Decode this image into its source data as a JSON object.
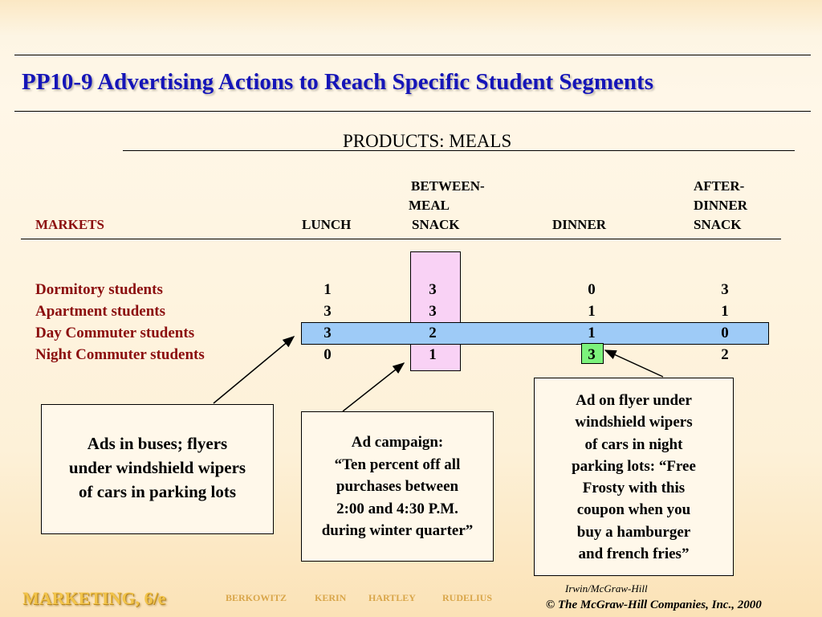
{
  "title": "PP10-9  Advertising Actions to Reach Specific Student Segments",
  "products_heading": "PRODUCTS: MEALS",
  "headers": {
    "markets": "MARKETS",
    "lunch": "LUNCH",
    "between_meal": [
      "BETWEEN-",
      "MEAL",
      "SNACK"
    ],
    "dinner": "DINNER",
    "after_dinner": [
      "AFTER-",
      "DINNER",
      "SNACK"
    ]
  },
  "rows": [
    {
      "label": "Dormitory students",
      "values": [
        "1",
        "3",
        "0",
        "3"
      ]
    },
    {
      "label": "Apartment students",
      "values": [
        "3",
        "3",
        "1",
        "1"
      ]
    },
    {
      "label": "Day Commuter students",
      "values": [
        "3",
        "2",
        "1",
        "0"
      ]
    },
    {
      "label": "Night Commuter students",
      "values": [
        "0",
        "1",
        "3",
        "2"
      ]
    }
  ],
  "callouts": {
    "buses": [
      "Ads in buses; flyers",
      "under windshield wipers",
      "of cars in parking lots"
    ],
    "campaign": [
      "Ad campaign:",
      "“Ten percent off all",
      "purchases between",
      "2:00 and 4:30 P.M.",
      "during winter quarter”"
    ],
    "flyer": [
      "Ad on flyer under",
      "windshield wipers",
      "of cars in night",
      "parking lots: “Free",
      "Frosty with this",
      "coupon when you",
      "buy a hamburger",
      "and french fries”"
    ]
  },
  "footer": {
    "brand": "MARKETING, 6/e",
    "authors": [
      "BERKOWITZ",
      "KERIN",
      "HARTLEY",
      "RUDELIUS"
    ],
    "publisher": "Irwin/McGraw-Hill",
    "copyright": "© The McGraw-Hill Companies, Inc., 2000"
  },
  "colors": {
    "title": "#1515b8",
    "row_label": "#8b0e0e",
    "row_highlight": "#9ecbf7",
    "column_highlight": "#f9d2f5",
    "cell_highlight": "#7cf27c",
    "brand": "#f2c44a"
  }
}
